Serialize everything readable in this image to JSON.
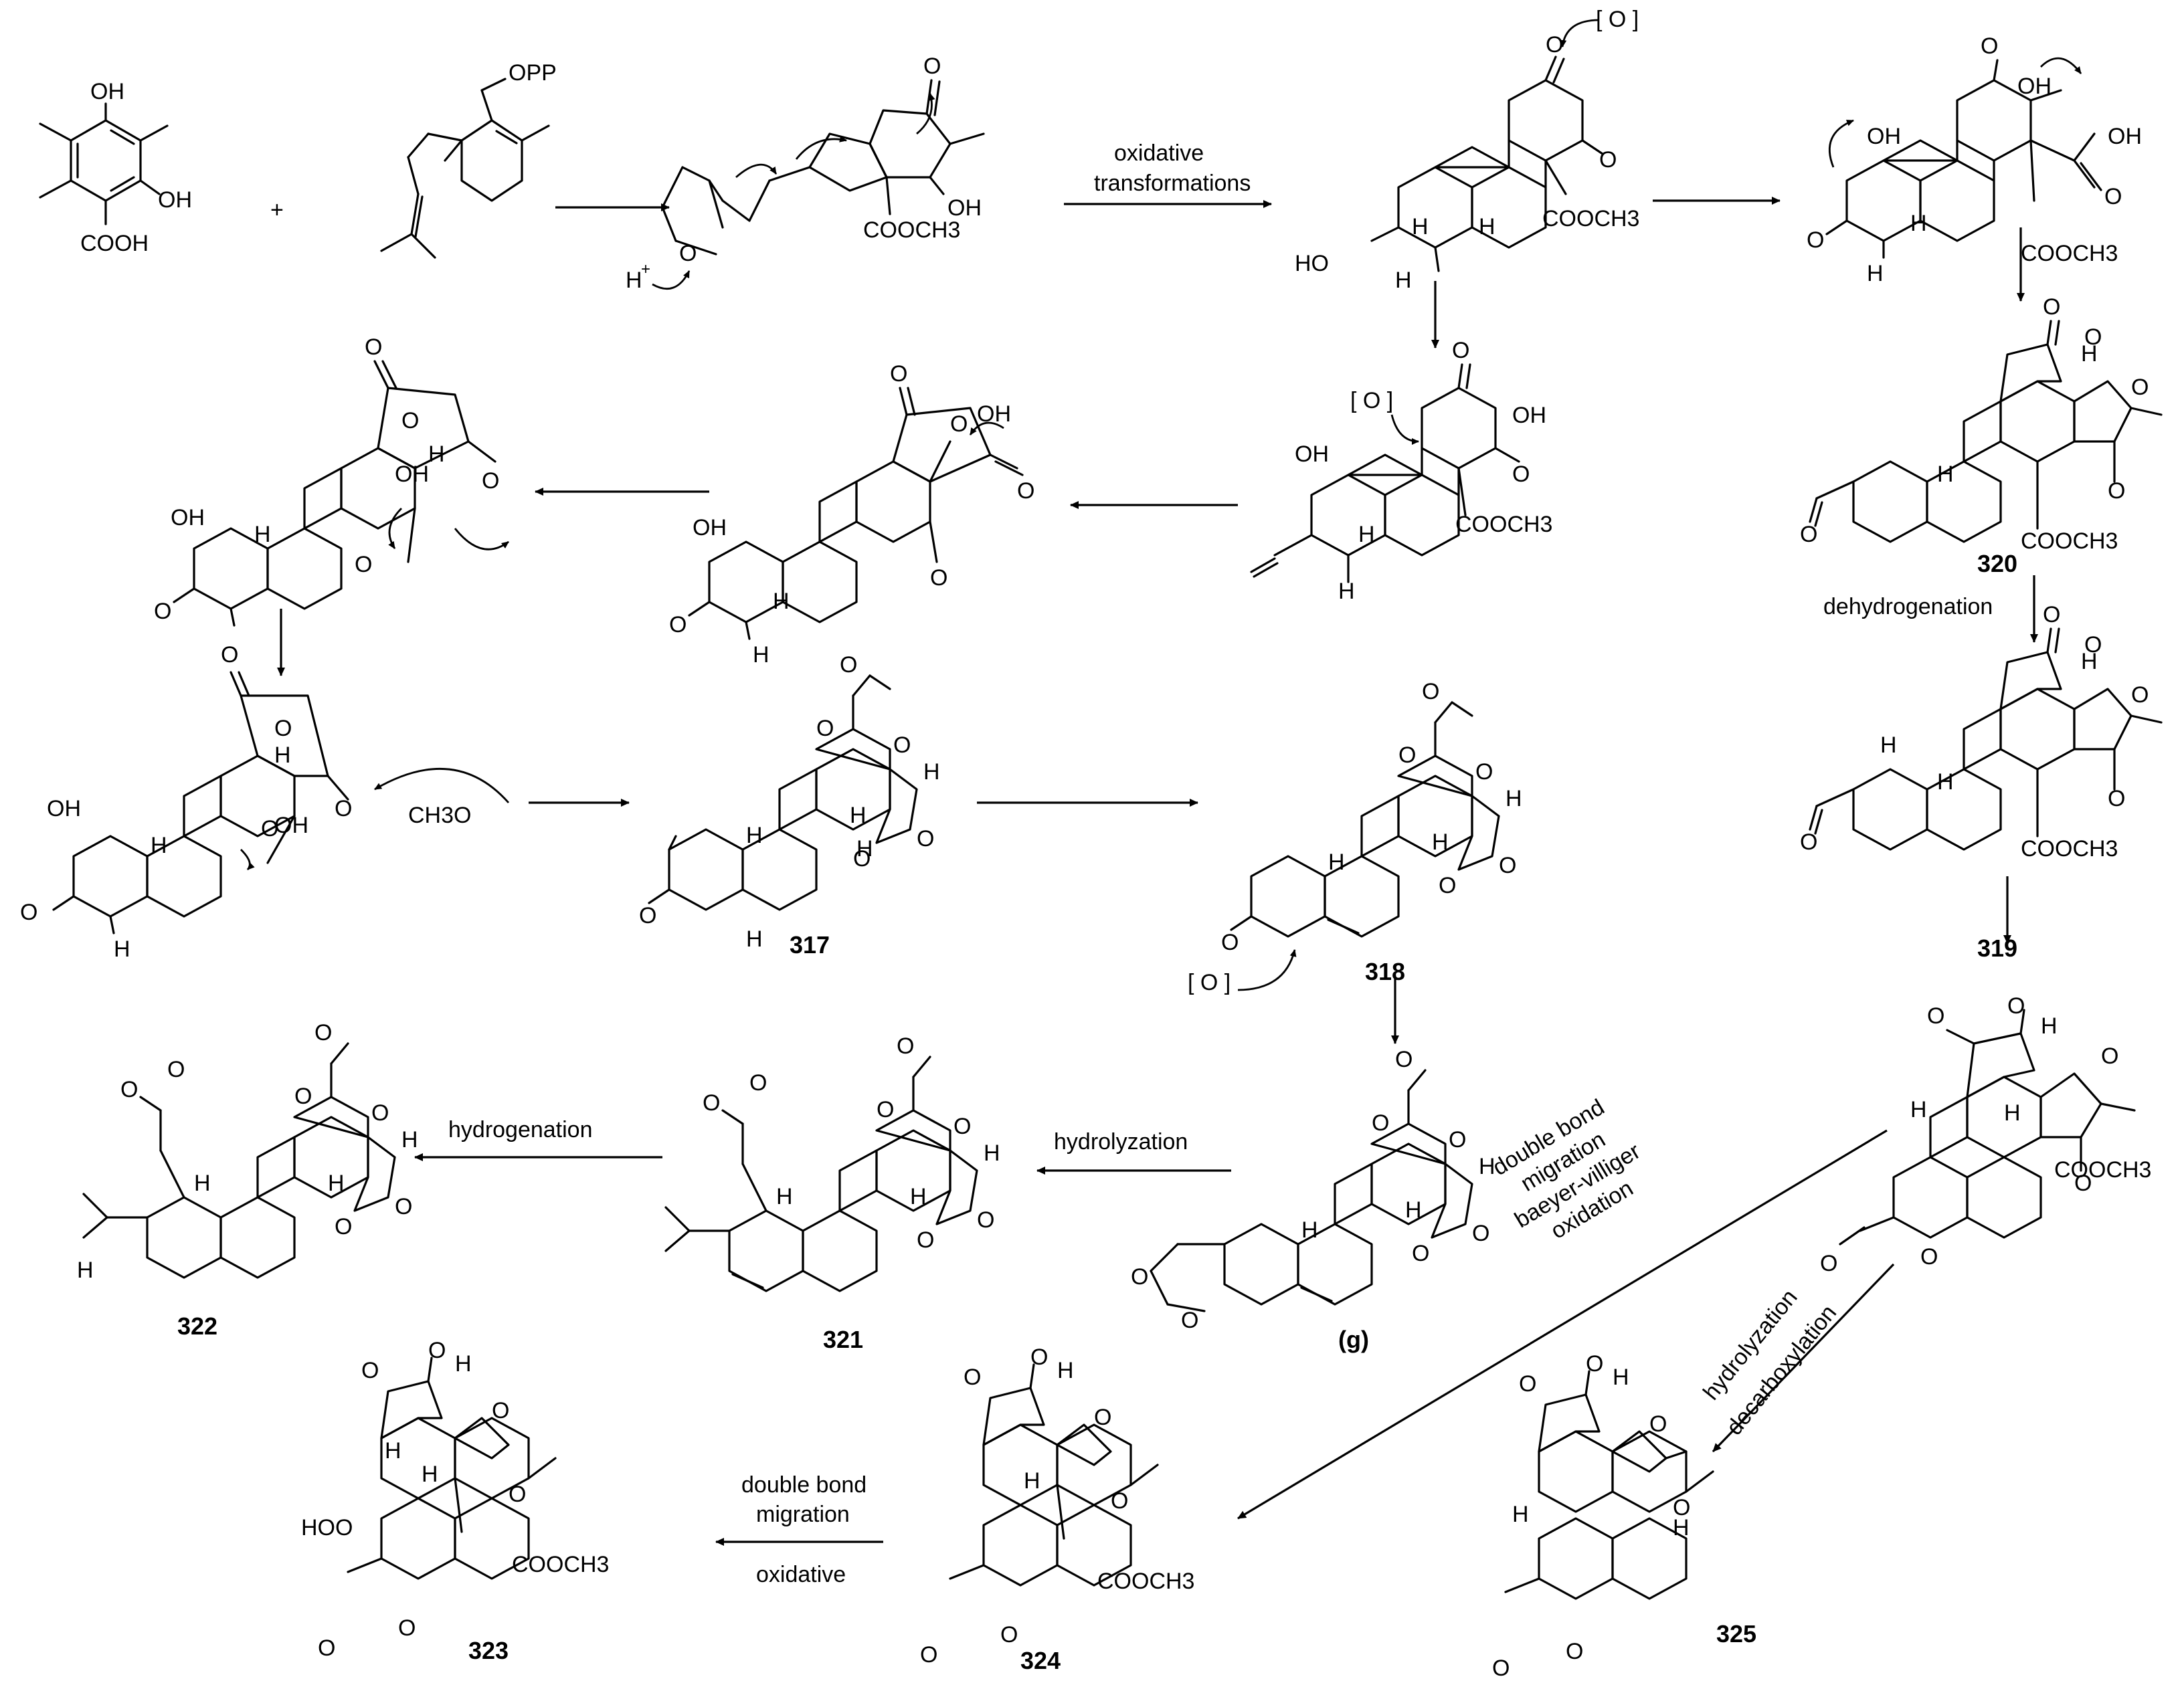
{
  "labels": {
    "c317": "317",
    "c318": "318",
    "c319": "319",
    "c320": "320",
    "c321": "321",
    "c322": "322",
    "c323": "323",
    "c324": "324",
    "c325": "325",
    "cg": "(g)"
  },
  "conditions": {
    "oxidative_1": "oxidative",
    "oxidative_2": "transformations",
    "dehydrogenation": "dehydrogenation",
    "hydrolyzation_321": "hydrolyzation",
    "hydrogenation": "hydrogenation",
    "dbm_1": "double bond",
    "dbm_2": "migration",
    "dbm_3": "baeyer-villiger",
    "dbm_4": "oxidation",
    "hydro_decarb_1": "hydrolyzation",
    "hydro_decarb_2": "decarboxylation",
    "dbm_ox_1": "double bond",
    "dbm_ox_2": "migration",
    "dbm_ox_3": "oxidative"
  },
  "atoms": {
    "OH": "OH",
    "COOH": "COOH",
    "OPP": "OPP",
    "plus": "+",
    "O": "O",
    "H": "H",
    "Hplus": "H",
    "plus_sup": "+",
    "COOCH3": "COOCH3",
    "HO": "HO",
    "HOO": "HOO",
    "OX": "[ O ]",
    "CH3O": "CH3O"
  }
}
